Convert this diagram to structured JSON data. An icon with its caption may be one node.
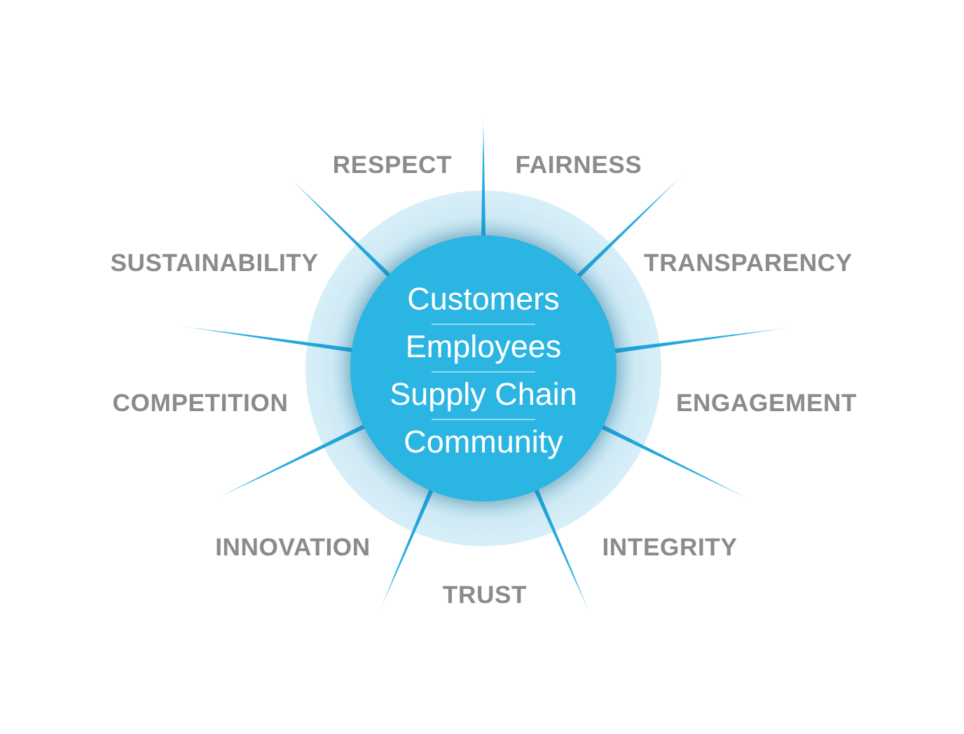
{
  "diagram": {
    "nodes": [
      {
        "text": [
          "Customers",
          "Employees",
          "Supply Chain",
          "Community"
        ]
      }
    ],
    "labels": [
      "RESPECT",
      "FAIRNESS",
      "SUSTAINABILITY",
      "TRANSPARENCY",
      "COMPETITION",
      "ENGAGEMENT",
      "INNOVATION",
      "INTEGRITY",
      "TRUST"
    ]
  }
}
